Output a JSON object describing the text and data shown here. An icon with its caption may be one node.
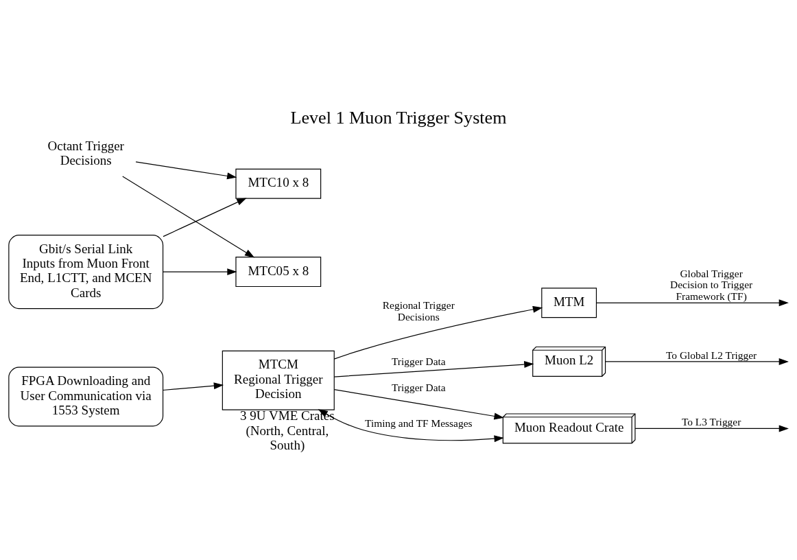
{
  "diagram": {
    "title": "Level 1 Muon Trigger System",
    "nodes": [
      {
        "text": [
          "Gbit/s Serial Link Inputs from Muon Front End, L1CTT, and MCEN Cards"
        ]
      },
      {
        "text": [
          "FPGA Downloading and User Communication via 1553 System"
        ]
      },
      {
        "text": [
          "MTC10 x 8"
        ]
      },
      {
        "text": [
          "MTC05 x 8"
        ]
      },
      {
        "text": [
          "MTCM",
          "Regional Trigger Decision"
        ],
        "beside": [
          "3 9U VME Crates (North, Central, South)"
        ]
      },
      {
        "text": [
          "MTM"
        ]
      },
      {
        "text": [
          "Muon L2"
        ]
      },
      {
        "text": [
          "Muon Readout Crate"
        ]
      },
      {
        "text": [
          "Octant Trigger Decisions"
        ]
      }
    ],
    "edges": [
      {
        "from": 0,
        "to": 2,
        "arrow": "to"
      },
      {
        "from": 0,
        "to": 3,
        "arrow": "to"
      },
      {
        "from": 1,
        "to": 4,
        "arrow": "to"
      },
      {
        "from": 8,
        "to": 2,
        "arrow": "to"
      },
      {
        "from": 8,
        "to": 3,
        "arrow": "to"
      },
      {
        "from": 4,
        "to": 5,
        "arrow": "to",
        "label": "Regional Trigger Decisions"
      },
      {
        "from": 5,
        "to": null,
        "arrow": "to",
        "label": "Global Trigger Decision to Trigger Framework (TF)"
      },
      {
        "from": 4,
        "to": 6,
        "arrow": "to",
        "label": "Trigger Data"
      },
      {
        "from": 6,
        "to": null,
        "arrow": "to",
        "label": "To Global L2 Trigger"
      },
      {
        "from": 4,
        "to": 7,
        "arrow": "to",
        "label": "Trigger Data"
      },
      {
        "from": 7,
        "to": null,
        "arrow": "to",
        "label": "To L3 Trigger"
      },
      {
        "from": 4,
        "to": 7,
        "arrow": "both",
        "label": "Timing and TF Messages"
      }
    ]
  }
}
